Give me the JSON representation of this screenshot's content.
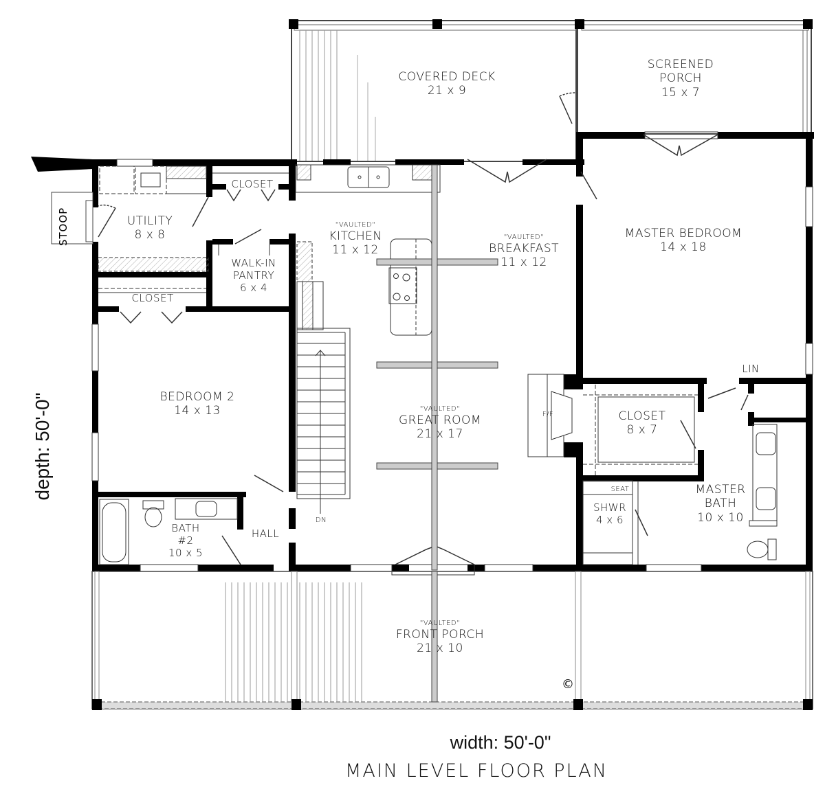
{
  "title": "MAIN LEVEL FLOOR PLAN",
  "dimensions": {
    "width_label": "width: 50'-0\"",
    "depth_label": "depth: 50'-0\""
  },
  "copyright_symbol": "©",
  "rooms": {
    "covered_deck": {
      "name": "COVERED DECK",
      "dim": "21 x 9"
    },
    "screened_porch": {
      "name_line1": "SCREENED",
      "name_line2": "PORCH",
      "dim": "15 x 7"
    },
    "utility": {
      "name": "UTILITY",
      "dim": "8 x 8"
    },
    "closet_utility": {
      "name": "CLOSET"
    },
    "walkin_pantry": {
      "name_line1": "WALK-IN",
      "name_line2": "PANTRY",
      "dim": "6 x 4"
    },
    "closet_bedroom2": {
      "name": "CLOSET"
    },
    "kitchen": {
      "note": "\"VAULTED\"",
      "name": "KITCHEN",
      "dim": "11 x 12"
    },
    "breakfast": {
      "note": "\"VAULTED\"",
      "name": "BREAKFAST",
      "dim": "11 x 12"
    },
    "master_bedroom": {
      "name": "MASTER BEDROOM",
      "dim": "14 x 18"
    },
    "bedroom2": {
      "name": "BEDROOM 2",
      "dim": "14 x 13"
    },
    "great_room": {
      "note": "\"VAULTED\"",
      "name": "GREAT ROOM",
      "dim": "21 x 17"
    },
    "master_closet": {
      "name": "CLOSET",
      "dim": "8 x 7"
    },
    "linen": {
      "name": "LIN"
    },
    "master_bath": {
      "name_line1": "MASTER",
      "name_line2": "BATH",
      "dim": "10 x 10"
    },
    "shower": {
      "name": "SHWR",
      "dim": "4 x 6",
      "seat": "SEAT"
    },
    "bath2": {
      "name_line1": "BATH",
      "name_line2": "#2",
      "dim": "10 x 5"
    },
    "hall": {
      "name": "HALL"
    },
    "front_porch": {
      "note": "\"VAULTED\"",
      "name": "FRONT PORCH",
      "dim": "21 x 10"
    },
    "stoop": {
      "name": "STOOP"
    }
  },
  "fixtures": {
    "fireplace": "F/F",
    "stairs": "DN"
  },
  "colors": {
    "wall": "#000000",
    "line": "#222222",
    "hatch": "#9a9a9a",
    "background": "#ffffff"
  }
}
